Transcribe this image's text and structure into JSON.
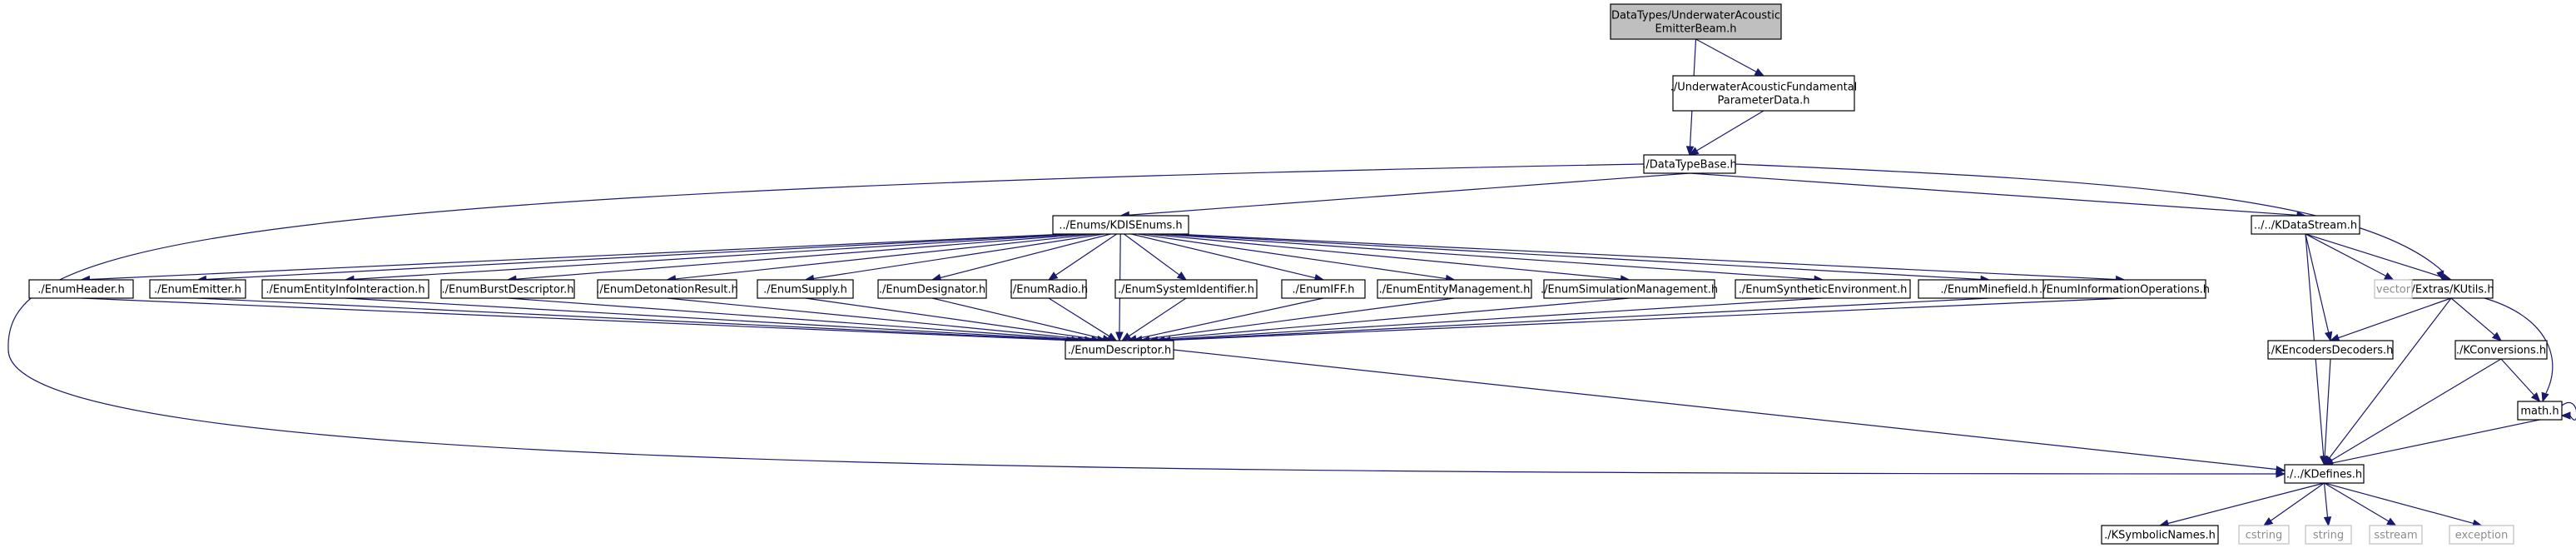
{
  "colors": {
    "edge": "#191970",
    "root_fill": "#bfbfbf",
    "node_border": "#000000",
    "system_border": "#bfbfbf",
    "system_text": "#8c8c8c"
  },
  "nodes": [
    {
      "id": "root",
      "lines": [
        "DataTypes/UnderwaterAcoustic",
        "EmitterBeam.h"
      ],
      "kind": "root"
    },
    {
      "id": "uafpd",
      "lines": [
        "./UnderwaterAcousticFundamental",
        "ParameterData.h"
      ]
    },
    {
      "id": "dtb",
      "lines": [
        "./DataTypeBase.h"
      ]
    },
    {
      "id": "kdisenums",
      "lines": [
        "../Enums/KDISEnums.h"
      ]
    },
    {
      "id": "kdatastream",
      "lines": [
        "../../KDataStream.h"
      ]
    },
    {
      "id": "kutils",
      "lines": [
        "./Extras/KUtils.h"
      ]
    },
    {
      "id": "vector",
      "lines": [
        "vector"
      ],
      "kind": "sys"
    },
    {
      "id": "eheader",
      "lines": [
        "./EnumHeader.h"
      ]
    },
    {
      "id": "eemitter",
      "lines": [
        "./EnumEmitter.h"
      ]
    },
    {
      "id": "eeii",
      "lines": [
        "./EnumEntityInfoInteraction.h"
      ]
    },
    {
      "id": "eburst",
      "lines": [
        "./EnumBurstDescriptor.h"
      ]
    },
    {
      "id": "edet",
      "lines": [
        "./EnumDetonationResult.h"
      ]
    },
    {
      "id": "esupply",
      "lines": [
        "./EnumSupply.h"
      ]
    },
    {
      "id": "edesig",
      "lines": [
        "./EnumDesignator.h"
      ]
    },
    {
      "id": "eradio",
      "lines": [
        "./EnumRadio.h"
      ]
    },
    {
      "id": "esysid",
      "lines": [
        "./EnumSystemIdentifier.h"
      ]
    },
    {
      "id": "eiff",
      "lines": [
        "./EnumIFF.h"
      ]
    },
    {
      "id": "eentmgmt",
      "lines": [
        "./EnumEntityManagement.h"
      ]
    },
    {
      "id": "esimmgmt",
      "lines": [
        "./EnumSimulationManagement.h"
      ]
    },
    {
      "id": "esynth",
      "lines": [
        "./EnumSyntheticEnvironment.h"
      ]
    },
    {
      "id": "emine",
      "lines": [
        "./EnumMinefield.h"
      ]
    },
    {
      "id": "einfoops",
      "lines": [
        "./EnumInformationOperations.h"
      ]
    },
    {
      "id": "edesc",
      "lines": [
        "./EnumDescriptor.h"
      ]
    },
    {
      "id": "kencdec",
      "lines": [
        "./KEncodersDecoders.h"
      ]
    },
    {
      "id": "kconv",
      "lines": [
        "./KConversions.h"
      ]
    },
    {
      "id": "math",
      "lines": [
        "math.h"
      ]
    },
    {
      "id": "kdefines",
      "lines": [
        "./../KDefines.h"
      ]
    },
    {
      "id": "ksymb",
      "lines": [
        "./KSymbolicNames.h"
      ]
    },
    {
      "id": "cstring",
      "lines": [
        "cstring"
      ],
      "kind": "sys"
    },
    {
      "id": "string",
      "lines": [
        "string"
      ],
      "kind": "sys"
    },
    {
      "id": "sstream",
      "lines": [
        "sstream"
      ],
      "kind": "sys"
    },
    {
      "id": "exception",
      "lines": [
        "exception"
      ],
      "kind": "sys"
    }
  ],
  "edges": [
    [
      "root",
      "uafpd"
    ],
    [
      "root",
      "dtb"
    ],
    [
      "uafpd",
      "dtb"
    ],
    [
      "dtb",
      "kdisenums"
    ],
    [
      "dtb",
      "kdatastream"
    ],
    [
      "dtb",
      "kutils"
    ],
    [
      "dtb",
      "kdefines"
    ],
    [
      "kdisenums",
      "eheader"
    ],
    [
      "kdisenums",
      "eemitter"
    ],
    [
      "kdisenums",
      "eeii"
    ],
    [
      "kdisenums",
      "eburst"
    ],
    [
      "kdisenums",
      "edet"
    ],
    [
      "kdisenums",
      "esupply"
    ],
    [
      "kdisenums",
      "edesig"
    ],
    [
      "kdisenums",
      "eradio"
    ],
    [
      "kdisenums",
      "esysid"
    ],
    [
      "kdisenums",
      "eiff"
    ],
    [
      "kdisenums",
      "eentmgmt"
    ],
    [
      "kdisenums",
      "esimmgmt"
    ],
    [
      "kdisenums",
      "esynth"
    ],
    [
      "kdisenums",
      "emine"
    ],
    [
      "kdisenums",
      "einfoops"
    ],
    [
      "kdisenums",
      "edesc"
    ],
    [
      "eheader",
      "edesc"
    ],
    [
      "eemitter",
      "edesc"
    ],
    [
      "eeii",
      "edesc"
    ],
    [
      "eburst",
      "edesc"
    ],
    [
      "edet",
      "edesc"
    ],
    [
      "esupply",
      "edesc"
    ],
    [
      "edesig",
      "edesc"
    ],
    [
      "eradio",
      "edesc"
    ],
    [
      "esysid",
      "edesc"
    ],
    [
      "eiff",
      "edesc"
    ],
    [
      "eentmgmt",
      "edesc"
    ],
    [
      "esimmgmt",
      "edesc"
    ],
    [
      "esynth",
      "edesc"
    ],
    [
      "emine",
      "edesc"
    ],
    [
      "einfoops",
      "edesc"
    ],
    [
      "edesc",
      "kdefines"
    ],
    [
      "kdatastream",
      "vector"
    ],
    [
      "kdatastream",
      "kutils"
    ],
    [
      "kdatastream",
      "kencdec"
    ],
    [
      "kdatastream",
      "kdefines"
    ],
    [
      "kutils",
      "kencdec"
    ],
    [
      "kutils",
      "kconv"
    ],
    [
      "kutils",
      "math"
    ],
    [
      "kutils",
      "kdefines"
    ],
    [
      "kencdec",
      "kdefines"
    ],
    [
      "kconv",
      "math"
    ],
    [
      "kconv",
      "kdefines"
    ],
    [
      "math",
      "math"
    ],
    [
      "math",
      "kdefines"
    ],
    [
      "kdefines",
      "ksymb"
    ],
    [
      "kdefines",
      "cstring"
    ],
    [
      "kdefines",
      "string"
    ],
    [
      "kdefines",
      "sstream"
    ],
    [
      "kdefines",
      "exception"
    ]
  ]
}
